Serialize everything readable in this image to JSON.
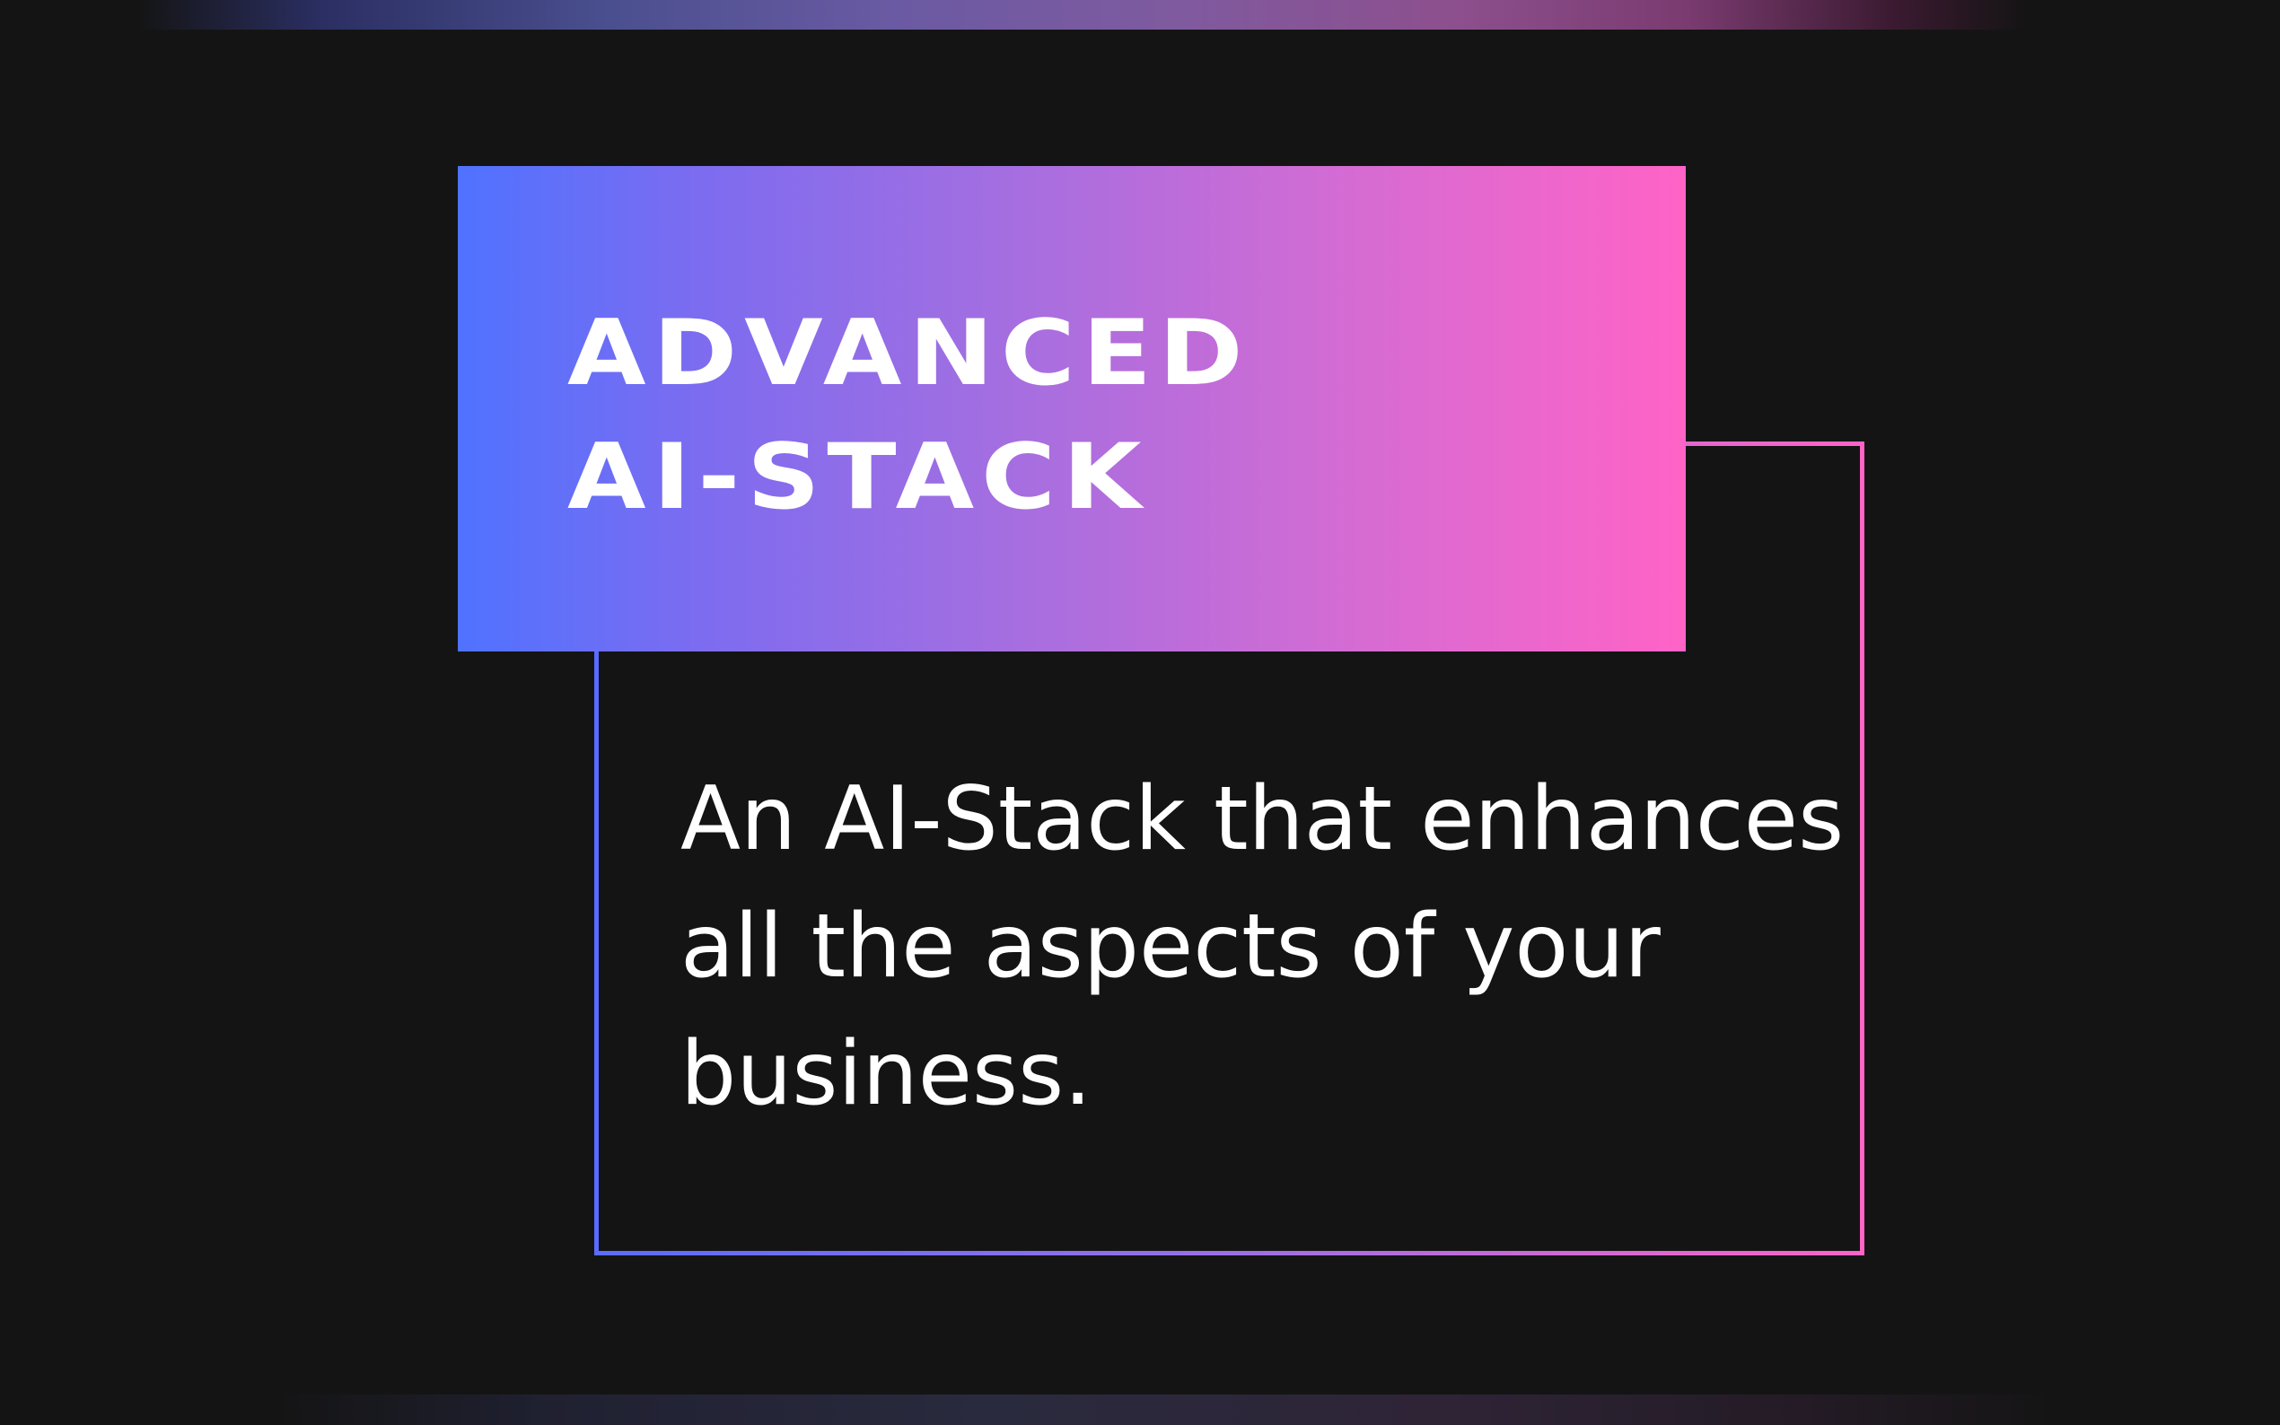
{
  "heading": {
    "line1": "ADVANCED",
    "line2": "AI-STACK"
  },
  "description": "An AI-Stack that enhances all the aspects of your business.",
  "colors": {
    "background": "#141414",
    "gradient_start": "#4f72ff",
    "gradient_end": "#ff63c6",
    "text": "#ffffff"
  }
}
